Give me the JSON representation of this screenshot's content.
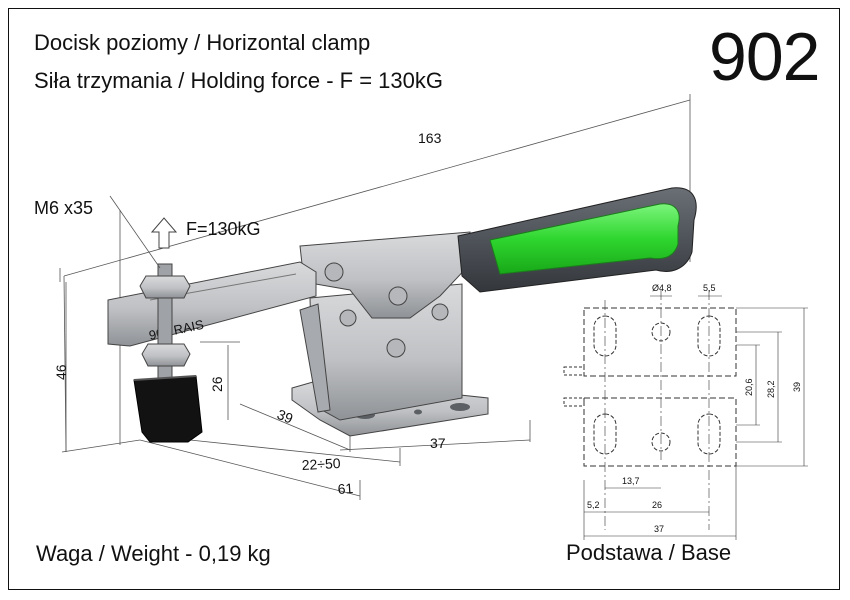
{
  "header": {
    "title_line1": "Docisk poziomy / Horizontal clamp",
    "title_line2": "Siła trzymania / Holding force - F = 130kG",
    "model_number": "902"
  },
  "footer": {
    "weight": "Waga / Weight - 0,19 kg",
    "base_caption": "Podstawa / Base"
  },
  "clamp": {
    "engraving": "902 RAIS",
    "force_label": "F=130kG",
    "screw_label": "M6 x35",
    "handle_grip_color": "#3ee83e",
    "handle_dark_color": "#4a4f56",
    "metal_color": "#c2c4c7"
  },
  "dimensions": {
    "overall_length": "163",
    "height": "46",
    "spindle_height": "26",
    "base_depth": "39",
    "base_width": "37",
    "spindle_range": "22÷50",
    "reach": "61"
  },
  "base_plate": {
    "hole_dia": "Ø4,8",
    "slot_width": "5,5",
    "slot_spacing": "20,6",
    "outer_spacing": "28,2",
    "total_height": "39",
    "center_to_hole": "13,7",
    "edge_offset": "5,2",
    "slot_pitch": "26",
    "total_width": "37"
  }
}
